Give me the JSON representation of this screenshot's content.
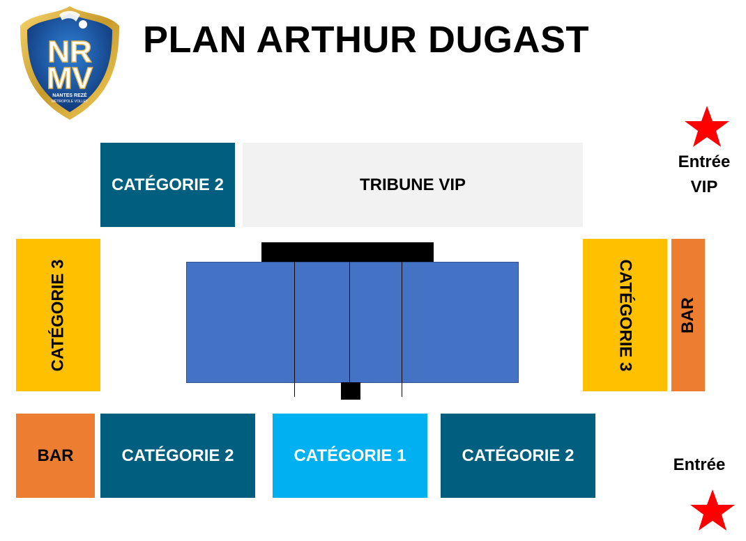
{
  "title": "PLAN ARTHUR DUGAST",
  "logo": {
    "letters_top": "NR",
    "letters_bottom": "MV",
    "caption_line1": "NANTES REZÉ",
    "caption_line2": "MÉTROPOLE VOLLEY"
  },
  "sections": {
    "top_category2": "CATÉGORIE 2",
    "tribune_vip": "TRIBUNE VIP",
    "left_category3": "CATÉGORIE 3",
    "right_category3": "CATÉGORIE 3",
    "right_bar": "BAR",
    "bottom_bar": "BAR",
    "bottom_category2_left": "CATÉGORIE 2",
    "bottom_category1": "CATÉGORIE 1",
    "bottom_category2_right": "CATÉGORIE 2"
  },
  "entrances": {
    "vip_line1": "Entrée",
    "vip_line2": "VIP",
    "main": "Entrée"
  },
  "colors": {
    "category1": "#00B0F0",
    "category2": "#005F7F",
    "category3": "#FFC000",
    "bar": "#ED7D31",
    "tribune_vip": "#F2F2F2",
    "court": "#4472C4",
    "star": "#FF0000"
  }
}
